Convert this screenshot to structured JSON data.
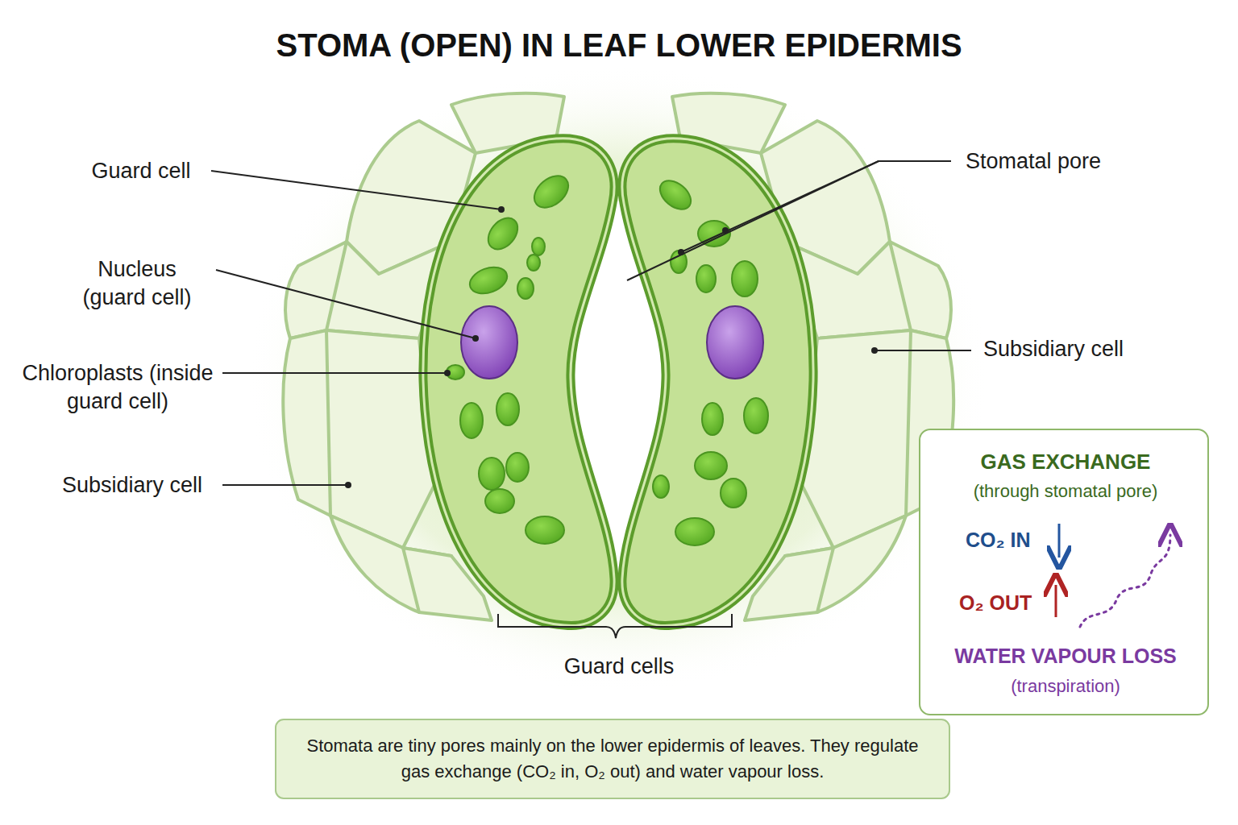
{
  "diagram": {
    "title": "STOMA (OPEN) IN LEAF LOWER EPIDERMIS",
    "caption": "Stomata are tiny pores mainly on the lower epidermis of leaves. They regulate gas exchange (CO₂ in, O₂ out) and water vapour loss.",
    "nodes": [
      {
        "text": [
          "GAS EXCHANGE",
          "(through stomatal pore)",
          "CO₂ IN",
          "O₂ OUT",
          "WATER VAPOUR LOSS",
          "(transpiration)"
        ]
      }
    ],
    "labels": [
      "Guard cell",
      "Nucleus (guard cell)",
      "Chloroplasts (inside guard cell)",
      "Subsidiary cell",
      "Stomatal pore",
      "Subsidiary cell",
      "Guard cells"
    ]
  }
}
